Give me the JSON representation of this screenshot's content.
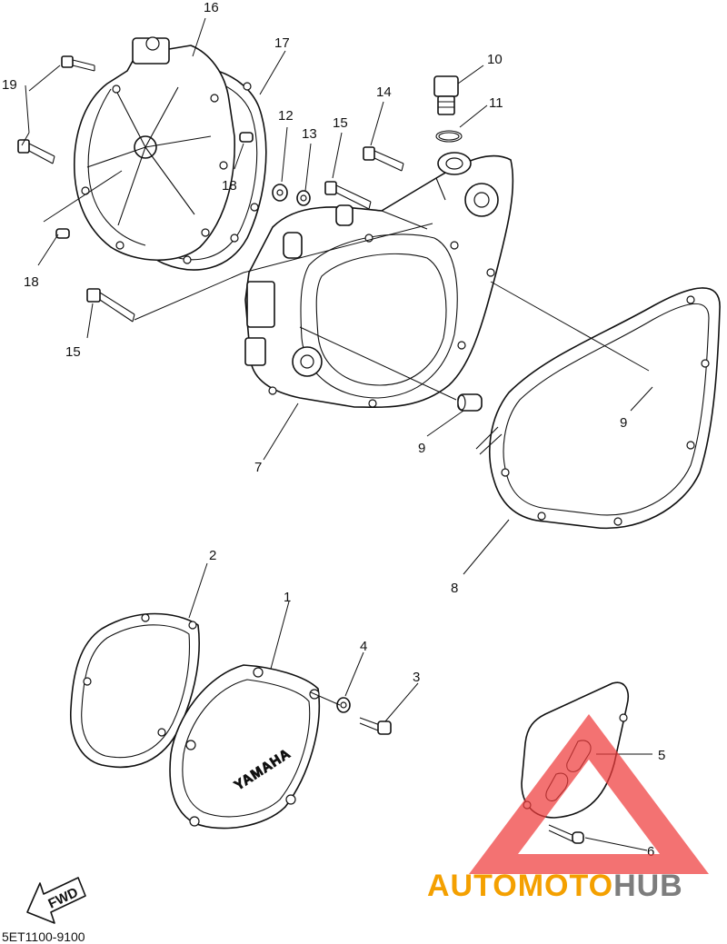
{
  "callouts": [
    {
      "id": "1",
      "label": "1"
    },
    {
      "id": "2",
      "label": "2"
    },
    {
      "id": "3",
      "label": "3"
    },
    {
      "id": "4",
      "label": "4"
    },
    {
      "id": "5",
      "label": "5"
    },
    {
      "id": "6",
      "label": "6"
    },
    {
      "id": "7",
      "label": "7"
    },
    {
      "id": "8",
      "label": "8"
    },
    {
      "id": "9a",
      "label": "9"
    },
    {
      "id": "9b",
      "label": "9"
    },
    {
      "id": "10",
      "label": "10"
    },
    {
      "id": "11",
      "label": "11"
    },
    {
      "id": "12",
      "label": "12"
    },
    {
      "id": "13",
      "label": "13"
    },
    {
      "id": "14",
      "label": "14"
    },
    {
      "id": "15a",
      "label": "15"
    },
    {
      "id": "15b",
      "label": "15"
    },
    {
      "id": "16",
      "label": "16"
    },
    {
      "id": "17",
      "label": "17"
    },
    {
      "id": "18a",
      "label": "18"
    },
    {
      "id": "18b",
      "label": "18"
    },
    {
      "id": "19",
      "label": "19"
    }
  ],
  "cover_logo": "YAMAHA",
  "fwd_label": "FWD",
  "part_code": "5ET1100-9100",
  "watermark": {
    "part1": "AUTOMOTO",
    "part2": "HUB",
    "color1": "#f4a000",
    "color2": "#7d7d7d",
    "triangle_color": "#ef3b3b"
  }
}
